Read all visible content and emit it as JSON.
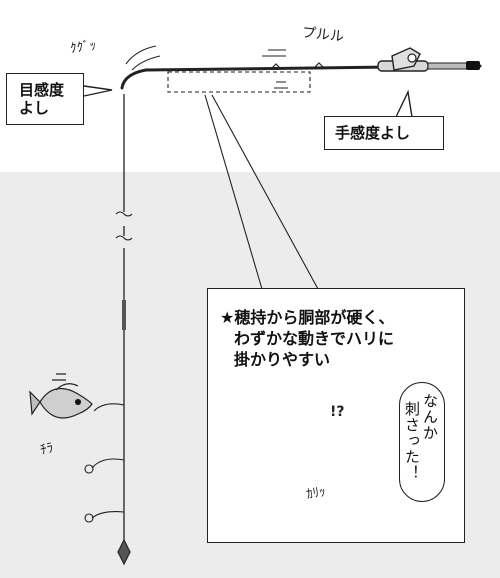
{
  "callouts": {
    "eye": "目感度\nよし",
    "hand": "手感度よし"
  },
  "inset": {
    "lines": [
      "★穂持から胴部が硬く、",
      "わずかな動きでハリに",
      "掛かりやすい"
    ],
    "speech_col1": "なんか",
    "speech_col2": "刺さった！"
  },
  "sfx": {
    "kugu": "ｸｸﾞｯ",
    "pururu": "プルル",
    "chira": "ﾁﾗ",
    "kari": "ｶﾘｯ",
    "surprise": "!?"
  }
}
